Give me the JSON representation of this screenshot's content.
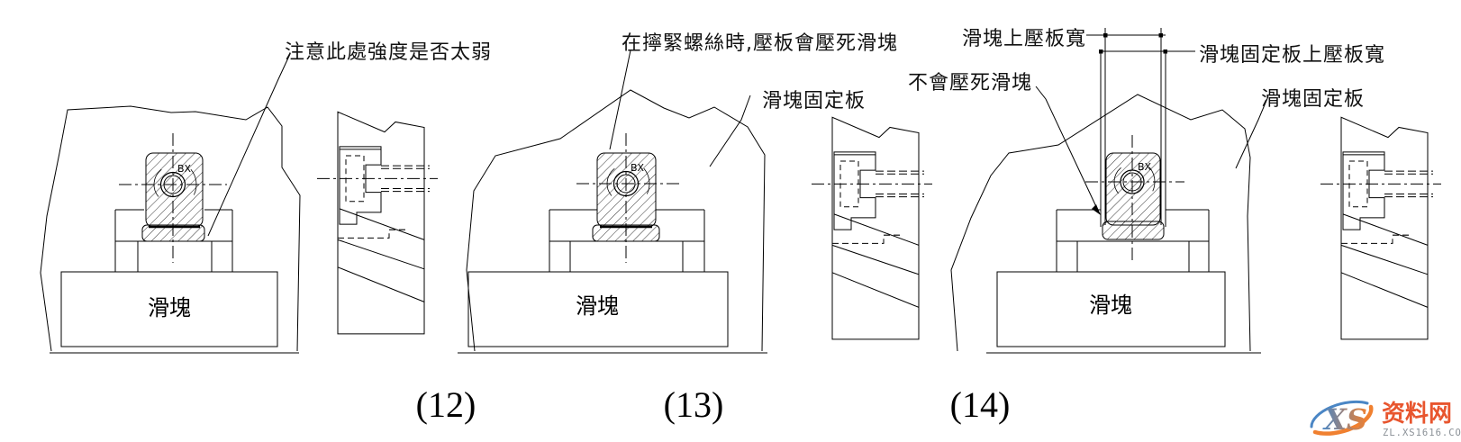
{
  "page": {
    "background": "#ffffff",
    "line_color": "#000000"
  },
  "figures": [
    {
      "caption": "(12)",
      "slider_label": "滑塊",
      "screw_label": "BX",
      "annotations": {
        "strength_note": "注意此處強度是否太弱"
      }
    },
    {
      "caption": "(13)",
      "slider_label": "滑塊",
      "screw_label": "BX",
      "annotations": {
        "press_note": "在擰緊螺絲時,壓板會壓死滑塊",
        "plate_label": "滑塊固定板"
      }
    },
    {
      "caption": "(14)",
      "slider_label": "滑塊",
      "screw_label": "BX",
      "annotations": {
        "dim_slider_press_width": "滑塊上壓板寬",
        "dim_plate_press_width": "滑塊固定板上壓板寬",
        "no_press_note": "不會壓死滑塊",
        "plate_label": "滑塊固定板"
      }
    }
  ],
  "watermark": {
    "logo_text": "XS",
    "site_name": "资料网",
    "site_url": "ZL.XS1616.COM",
    "colors": {
      "logo_blue": "#4a86c5",
      "logo_orange": "#f08030",
      "name_color": "#e8552e",
      "url_color": "#8a9096"
    }
  }
}
